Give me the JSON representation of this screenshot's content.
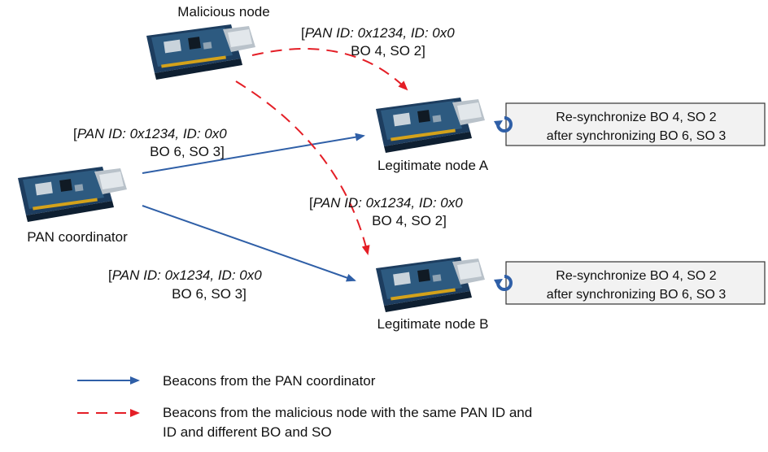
{
  "nodes": {
    "malicious": {
      "label": "Malicious node",
      "icon": "wireless-sensor-board-icon"
    },
    "coordinator": {
      "label": "PAN coordinator",
      "icon": "wireless-sensor-board-icon"
    },
    "node_a": {
      "label": "Legitimate node A",
      "icon": "wireless-sensor-board-icon"
    },
    "node_b": {
      "label": "Legitimate node B",
      "icon": "wireless-sensor-board-icon"
    }
  },
  "beacons": {
    "malicious_to_a": {
      "bracket": "[",
      "pan": "PAN ID: 0x1234, ID: 0x0",
      "params": "BO 4, SO 2]"
    },
    "malicious_to_b": {
      "bracket": "[",
      "pan": "PAN ID: 0x1234, ID: 0x0",
      "params": "BO 4, SO 2]"
    },
    "coord_to_a": {
      "bracket": "[",
      "pan": "PAN ID: 0x1234, ID: 0x0",
      "params": "BO 6, SO 3]"
    },
    "coord_to_b": {
      "bracket": "[",
      "pan": "PAN ID: 0x1234, ID: 0x0",
      "params": "BO 6, SO 3]"
    }
  },
  "resync_boxes": {
    "a": {
      "line1": "Re-synchronize BO 4, SO 2",
      "line2": "after synchronizing BO 6, SO 3",
      "icon": "refresh-icon"
    },
    "b": {
      "line1": "Re-synchronize BO 4, SO 2",
      "line2": "after synchronizing BO 6, SO 3",
      "icon": "refresh-icon"
    }
  },
  "legend": {
    "coordinator": {
      "label": "Beacons from the PAN coordinator",
      "color": "#2f5fa7"
    },
    "malicious": {
      "line1": "Beacons from the malicious node with the same PAN ID and",
      "line2": "ID and different BO and SO",
      "color": "#e41e26"
    }
  }
}
